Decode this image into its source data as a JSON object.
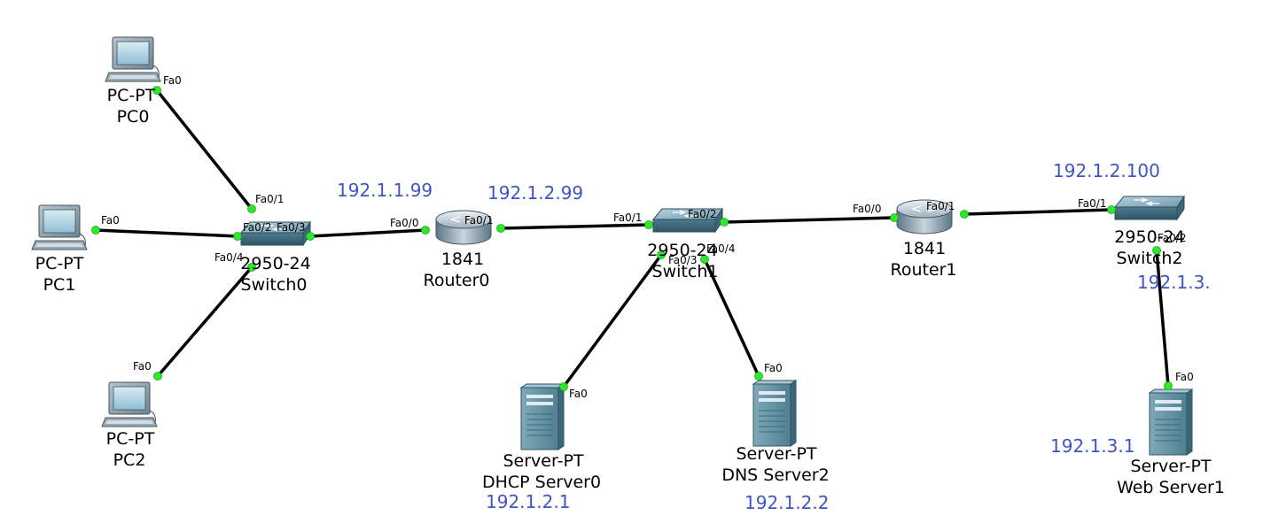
{
  "colors": {
    "ip": "#3f55c2",
    "link": "#000000",
    "port_dot": "#2ee82e"
  },
  "devices": {
    "pc0": {
      "type": "PC-PT",
      "name": "PC0"
    },
    "pc1": {
      "type": "PC-PT",
      "name": "PC1"
    },
    "pc2": {
      "type": "PC-PT",
      "name": "PC2"
    },
    "switch0": {
      "type": "2950-24",
      "name": "Switch0"
    },
    "router0": {
      "type": "1841",
      "name": "Router0"
    },
    "switch1": {
      "type": "2950-24",
      "name": "Switch1"
    },
    "router1": {
      "type": "1841",
      "name": "Router1"
    },
    "switch2": {
      "type": "2950-24",
      "name": "Switch2"
    },
    "dhcp": {
      "type": "Server-PT",
      "name": "DHCP Server0"
    },
    "dns": {
      "type": "Server-PT",
      "name": "DNS Server2"
    },
    "web": {
      "type": "Server-PT",
      "name": "Web Server1"
    }
  },
  "ports": {
    "pc0_fa0": "Fa0",
    "pc1_fa0": "Fa0",
    "pc2_fa0": "Fa0",
    "sw0_fa01": "Fa0/1",
    "sw0_fa02": "Fa0/2",
    "sw0_fa03": "Fa0/3",
    "sw0_fa04": "Fa0/4",
    "r0_fa00": "Fa0/0",
    "r0_fa01": "Fa0/1",
    "sw1_fa01": "Fa0/1",
    "sw1_fa02": "Fa0/2",
    "sw1_fa03": "Fa0/3",
    "sw1_fa04": "Fa0/4",
    "dhcp_fa0": "Fa0",
    "dns_fa0": "Fa0",
    "r1_fa00": "Fa0/0",
    "r1_fa01": "Fa0/1",
    "sw2_fa01": "Fa0/1",
    "sw2_fa02": "Fa0/2",
    "web_fa0": "Fa0"
  },
  "ip_labels": {
    "r0_left": "192.1.1.99",
    "r0_right": "192.1.2.99",
    "r1_right": "192.1.2.100",
    "sw2_side": "192.1.3.",
    "dhcp": "192.1.2.1",
    "dns": "192.1.2.2",
    "web": "192.1.3.1"
  }
}
